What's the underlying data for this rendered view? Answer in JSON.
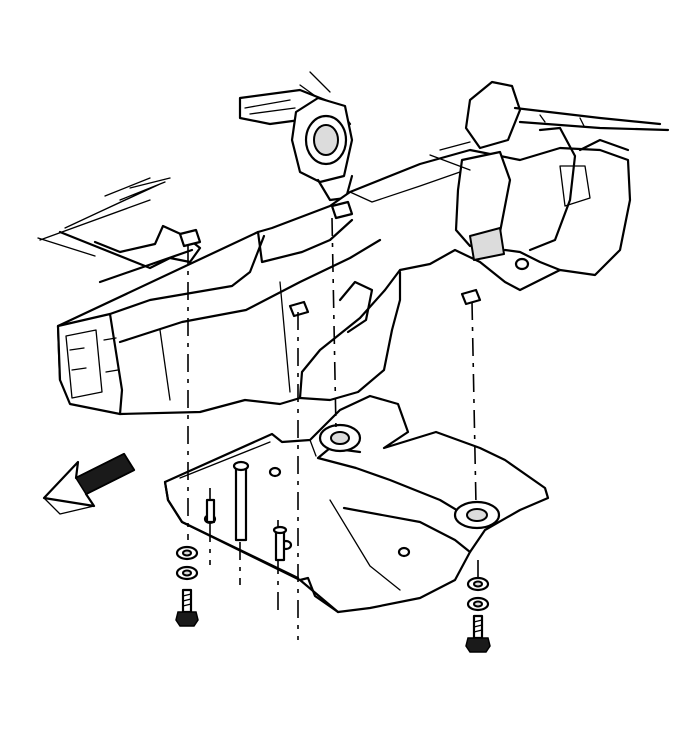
{
  "figure": {
    "type": "exploded-assembly-illustration",
    "parts": [
      "frame-crossmember",
      "transmission-mount",
      "transfer-case-shield",
      "shield-bolt",
      "shield-washer",
      "clip-nut"
    ],
    "arrow_direction": "front-of-vehicle",
    "line_color": "#000000",
    "background": "#ffffff"
  }
}
